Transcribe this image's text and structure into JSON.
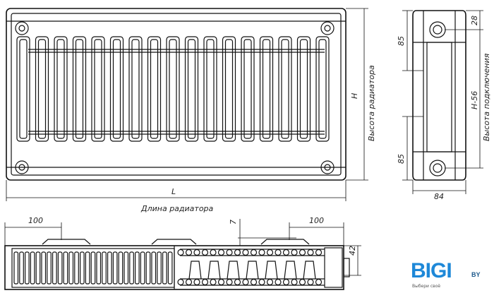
{
  "front_view": {
    "height_symbol": "H",
    "height_label": "Высота радиатора",
    "length_symbol": "L",
    "length_label": "Длина радиатора"
  },
  "side_view": {
    "top_offset": "85",
    "bottom_offset": "85",
    "top_connection": "28",
    "connection_height_symbol": "H-56",
    "connection_height_label": "Высота подключения",
    "depth": "84"
  },
  "bottom_view": {
    "left_bracket_offset": "100",
    "right_bracket_offset": "100",
    "gap": "7",
    "pipe_depth": "42"
  },
  "logo": {
    "text": "BIGI",
    "suffix": "BY",
    "slogan": "Выбери своё",
    "color": "#1e88d8"
  }
}
